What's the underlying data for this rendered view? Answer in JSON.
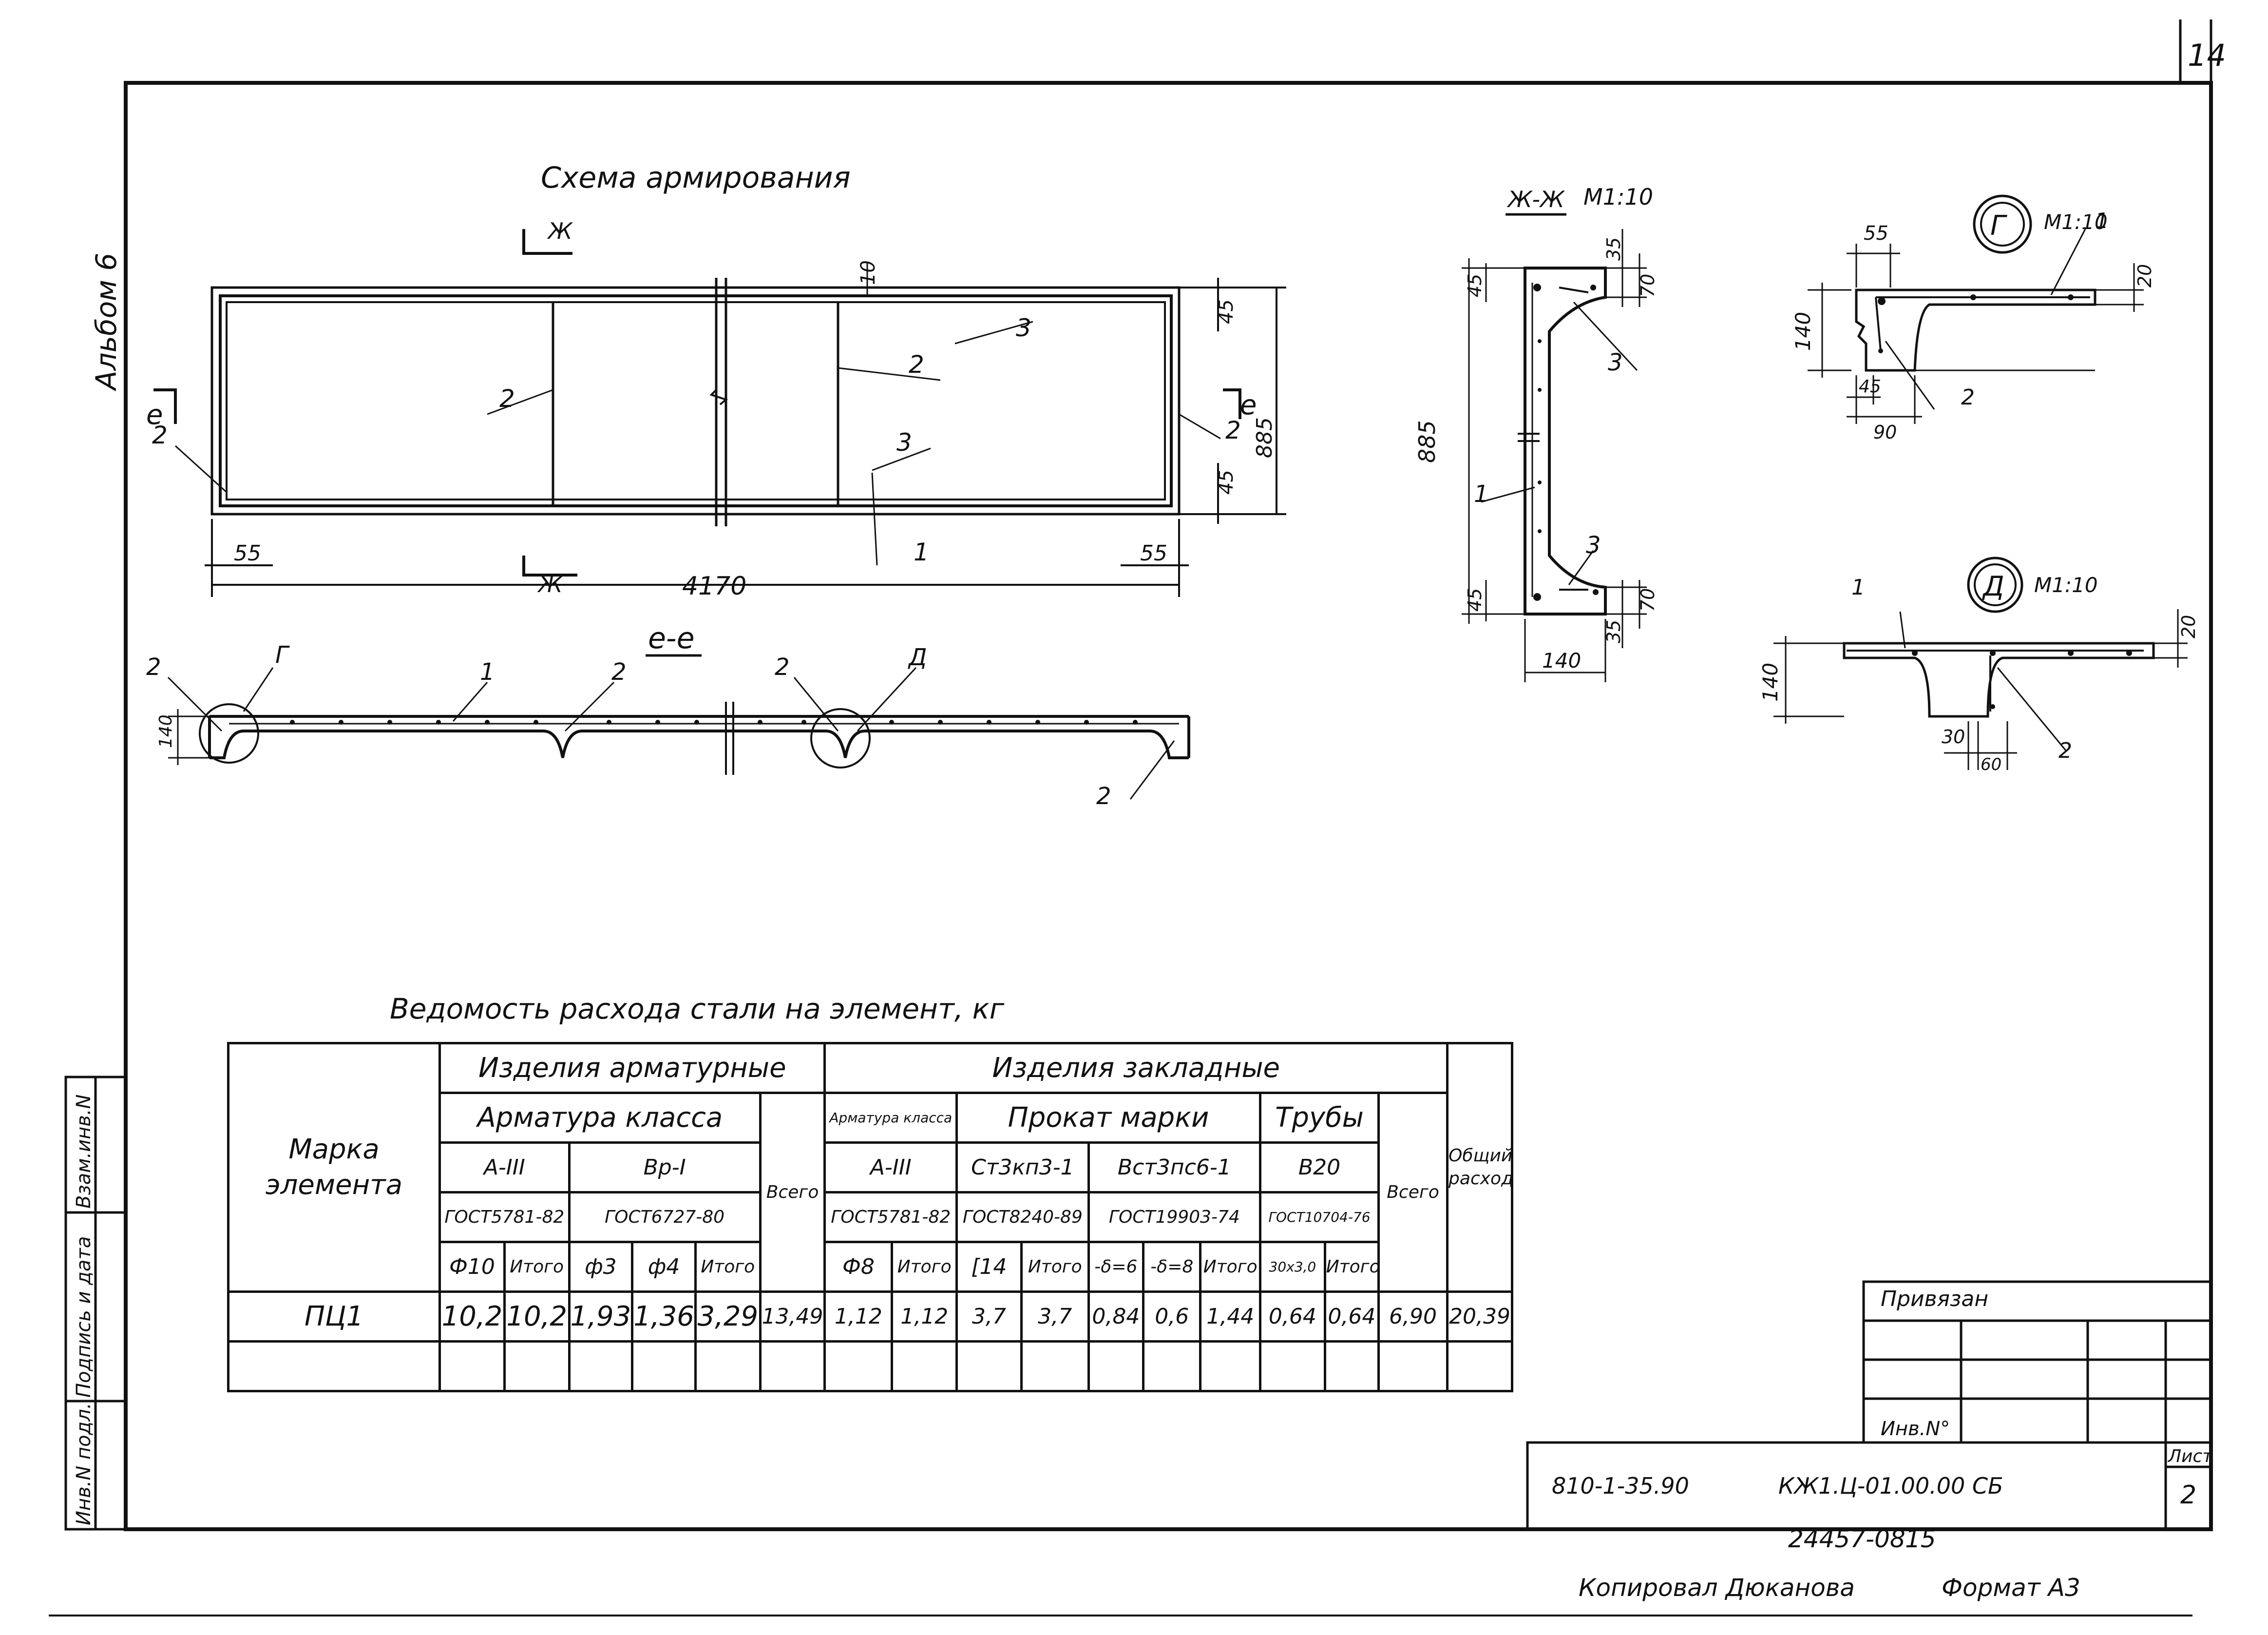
{
  "sheet": {
    "page_number": "14",
    "album_label": "Альбом 6",
    "side_stamp": [
      "Инв.N подл.",
      "Подпись и дата",
      "Взам.инв.N"
    ]
  },
  "plan": {
    "title": "Схема армирования",
    "section_mark_top": "Ж",
    "section_mark_bottom": "Ж",
    "section_mark_left": "е",
    "section_mark_right": "е",
    "dims": {
      "top_cover": "10",
      "top_edge": "45",
      "bottom_edge": "45",
      "height": "885",
      "left_offset": "55",
      "right_offset": "55",
      "length": "4170"
    },
    "labels": [
      "2",
      "2",
      "2",
      "2",
      "3",
      "3",
      "1"
    ]
  },
  "section_ee": {
    "title": "е-е",
    "dim_thickness": "140",
    "labels": [
      "2",
      "Г",
      "1",
      "2",
      "2",
      "Д",
      "2"
    ]
  },
  "section_zhzh": {
    "title": "Ж-Ж",
    "scale": "М1:10",
    "dims": {
      "top_35": "35",
      "top_70": "70",
      "top_45": "45",
      "height": "885",
      "bottom_45": "45",
      "bottom_70": "70",
      "bottom_35": "35",
      "width": "140"
    },
    "labels": [
      "3",
      "1",
      "3"
    ]
  },
  "detail_g": {
    "mark": "Г",
    "scale": "М1:10",
    "dims": {
      "d55": "55",
      "d20": "20",
      "d140": "140",
      "d45": "45",
      "d90": "90"
    },
    "labels": [
      "1",
      "2"
    ]
  },
  "detail_d": {
    "mark": "Д",
    "scale": "М1:10",
    "dims": {
      "d20": "20",
      "d140": "140",
      "d30": "30",
      "d60": "60"
    },
    "labels": [
      "1",
      "2"
    ]
  },
  "steel_table": {
    "title": "Ведомость расхода стали на элемент, кг",
    "h_mark": "Марка элемента",
    "h_reinf_items": "Изделия арматурные",
    "h_embed_items": "Изделия закладные",
    "h_reinf_class": "Арматура класса",
    "h_all": "Всего",
    "h_reinf_class_small": "Арматура класса",
    "h_rolled": "Прокат марки",
    "h_pipes": "Трубы",
    "h_all_embed": "Всего",
    "h_total": "Общий расход",
    "g_a3": "А-III",
    "g_bp1": "Вр-I",
    "g_a3b": "А-III",
    "g_st3kp": "Ст3кп3-1",
    "g_vst3": "Вст3пс6-1",
    "g_v20": "В20",
    "s_gost5781": "ГОСТ5781-82",
    "s_gost6727": "ГОСТ6727-80",
    "s_gost5781b": "ГОСТ5781-82",
    "s_gost8240": "ГОСТ8240-89",
    "s_gost19903": "ГОСТ19903-74",
    "s_gost10704": "ГОСТ10704-76",
    "c": [
      "Ф10",
      "Итого",
      "ф3",
      "ф4",
      "Итого",
      "Ф8",
      "Итого",
      "[14",
      "Итого",
      "-δ=6",
      "-δ=8",
      "Итого",
      "30х3,0",
      "Итого"
    ],
    "rows": [
      [
        "ПЦ1",
        "10,2",
        "10,2",
        "1,93",
        "1,36",
        "3,29",
        "13,49",
        "1,12",
        "1,12",
        "3,7",
        "3,7",
        "0,84",
        "0,6",
        "1,44",
        "0,64",
        "0,64",
        "6,90",
        "20,39"
      ]
    ]
  },
  "title_block": {
    "attached": "Привязан",
    "inv_no": "Инв.N°",
    "sheet_label": "Лист",
    "sheet_no": "2",
    "series": "810-1-35.90",
    "code": "КЖ1.Ц-01.00.00 СБ",
    "archive_no": "24457-08",
    "archive_sheet": "15",
    "copied": "Копировал Дюканова",
    "format": "Формат А3"
  }
}
